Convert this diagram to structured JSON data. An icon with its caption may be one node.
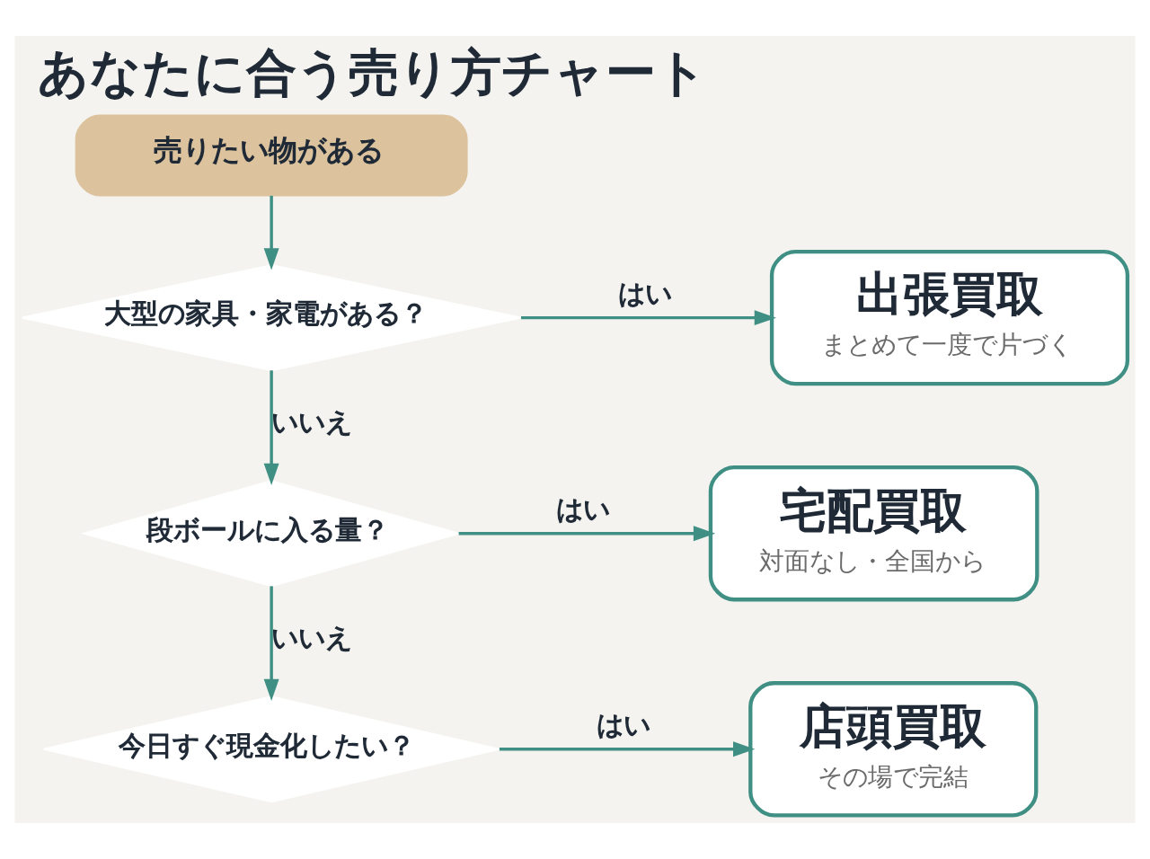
{
  "diagram": {
    "title": "あなたに合う売り方チャート",
    "nodes": [
      {
        "text": [
          "売りたい物がある"
        ]
      },
      {
        "text": [
          "大型の家具・家電がある？"
        ]
      },
      {
        "text": [
          "出張買取",
          "まとめて一度で片づく"
        ]
      },
      {
        "text": [
          "段ボールに入る量？"
        ]
      },
      {
        "text": [
          "宅配買取",
          "対面なし・全国から"
        ]
      },
      {
        "text": [
          "今日すぐ現金化したい？"
        ]
      },
      {
        "text": [
          "店頭買取",
          "その場で完結"
        ]
      }
    ],
    "edges": [
      {
        "from": 0,
        "to": 1,
        "arrow": "to"
      },
      {
        "from": 1,
        "to": 2,
        "arrow": "to",
        "label": "はい"
      },
      {
        "from": 1,
        "to": 3,
        "arrow": "to",
        "label": "いいえ"
      },
      {
        "from": 3,
        "to": 4,
        "arrow": "to",
        "label": "はい"
      },
      {
        "from": 3,
        "to": 5,
        "arrow": "to",
        "label": "いいえ"
      },
      {
        "from": 5,
        "to": 6,
        "arrow": "to",
        "label": "はい"
      }
    ]
  }
}
